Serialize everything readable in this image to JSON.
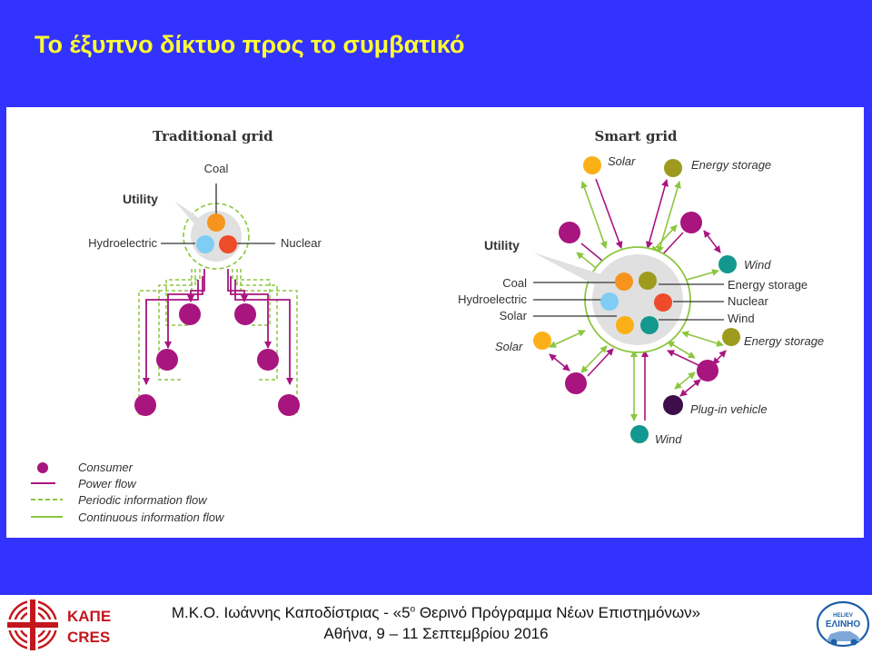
{
  "slide": {
    "title": "Το έξυπνο δίκτυο προς το συμβατικό"
  },
  "traditional": {
    "heading": "Traditional grid",
    "utility": "Utility",
    "coal": "Coal",
    "hydro": "Hydroelectric",
    "nuclear": "Nuclear"
  },
  "smart": {
    "heading": "Smart grid",
    "utility": "Utility",
    "coal": "Coal",
    "hydro": "Hydroelectric",
    "solar_inner": "Solar",
    "storage_inner": "Energy storage",
    "nuclear_inner": "Nuclear",
    "wind_inner": "Wind",
    "solar_top": "Solar",
    "storage_top": "Energy storage",
    "wind_right": "Wind",
    "storage_right": "Energy storage",
    "solar_left": "Solar",
    "plugin": "Plug-in vehicle",
    "wind_bottom": "Wind"
  },
  "legend": {
    "consumer": "Consumer",
    "power": "Power flow",
    "periodic": "Periodic information flow",
    "continuous": "Continuous information flow"
  },
  "colors": {
    "consumer": "#a8157f",
    "power": "#a8157f",
    "info": "#8cc63f",
    "coal": "#f7941d",
    "hydro": "#7fcdf5",
    "nuclear": "#ee4b2b",
    "solar": "#fbb017",
    "storage": "#9d9a1e",
    "wind": "#13988f",
    "plugin": "#3d0e4a"
  },
  "footer": {
    "logo_left_text1": "ΚΑΠΕ",
    "logo_left_text2": "CRES",
    "line1_a": "Μ.Κ.Ο. Ιωάννης Καποδίστριας - «5",
    "line1_sup": "ο",
    "line1_b": " Θερινό Πρόγραμμα Νέων Επιστημόνων»",
    "line2": "Αθήνα, 9 – 11 Σεπτεμβρίου 2016",
    "logo_right_top": "HELIEV",
    "logo_right_main": "ΕΛΙΝΗΟ"
  }
}
